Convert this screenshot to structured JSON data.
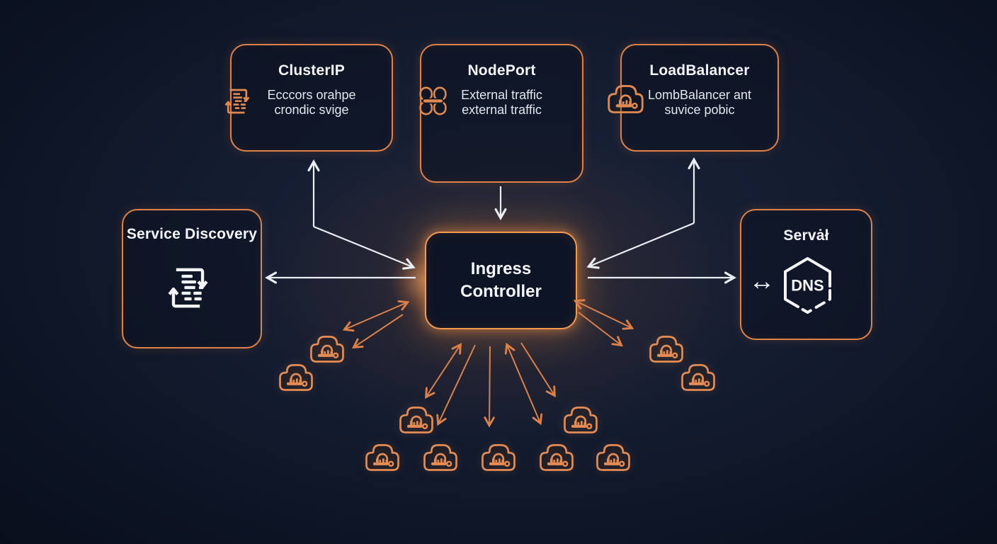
{
  "nodes": {
    "clusterip": {
      "title": "ClusterIP",
      "subtitle_line1": "Ecccors orahpe",
      "subtitle_line2": "crondic svige"
    },
    "nodeport": {
      "title": "NodePort",
      "subtitle_line1": "External traffic",
      "subtitle_line2": "external traffic"
    },
    "loadbalancer": {
      "title": "LoadBalancer",
      "subtitle_line1": "LombBalancer ant",
      "subtitle_line2": "suvice pobic"
    },
    "service_discovery": {
      "title": "Service Discovery"
    },
    "ingress_controller": {
      "title_line1": "Ingress",
      "title_line2": "Controller"
    },
    "dns_server": {
      "title": "Servȧł",
      "hexagon_label": "DNS",
      "arrow_glyph": "↔"
    }
  },
  "icons": {
    "clusterip": "document-sync-icon",
    "nodeport": "port-clover-icon",
    "loadbalancer": "cloud-pod-icon",
    "service_discovery": "document-sync-icon",
    "dns": "hexagon-dns-icon",
    "pod": "cloud-pod-icon",
    "pod_count": 11
  },
  "colors": {
    "background": "#0c1323",
    "box_border_orange": "#df8148",
    "ingress_border_orange": "#f5994f",
    "arrow_white": "#e9edf4",
    "arrow_orange": "#dd8049",
    "pod_orange": "#e58c55",
    "text_primary": "#f3f5f9",
    "text_secondary": "#e2e6ee"
  }
}
